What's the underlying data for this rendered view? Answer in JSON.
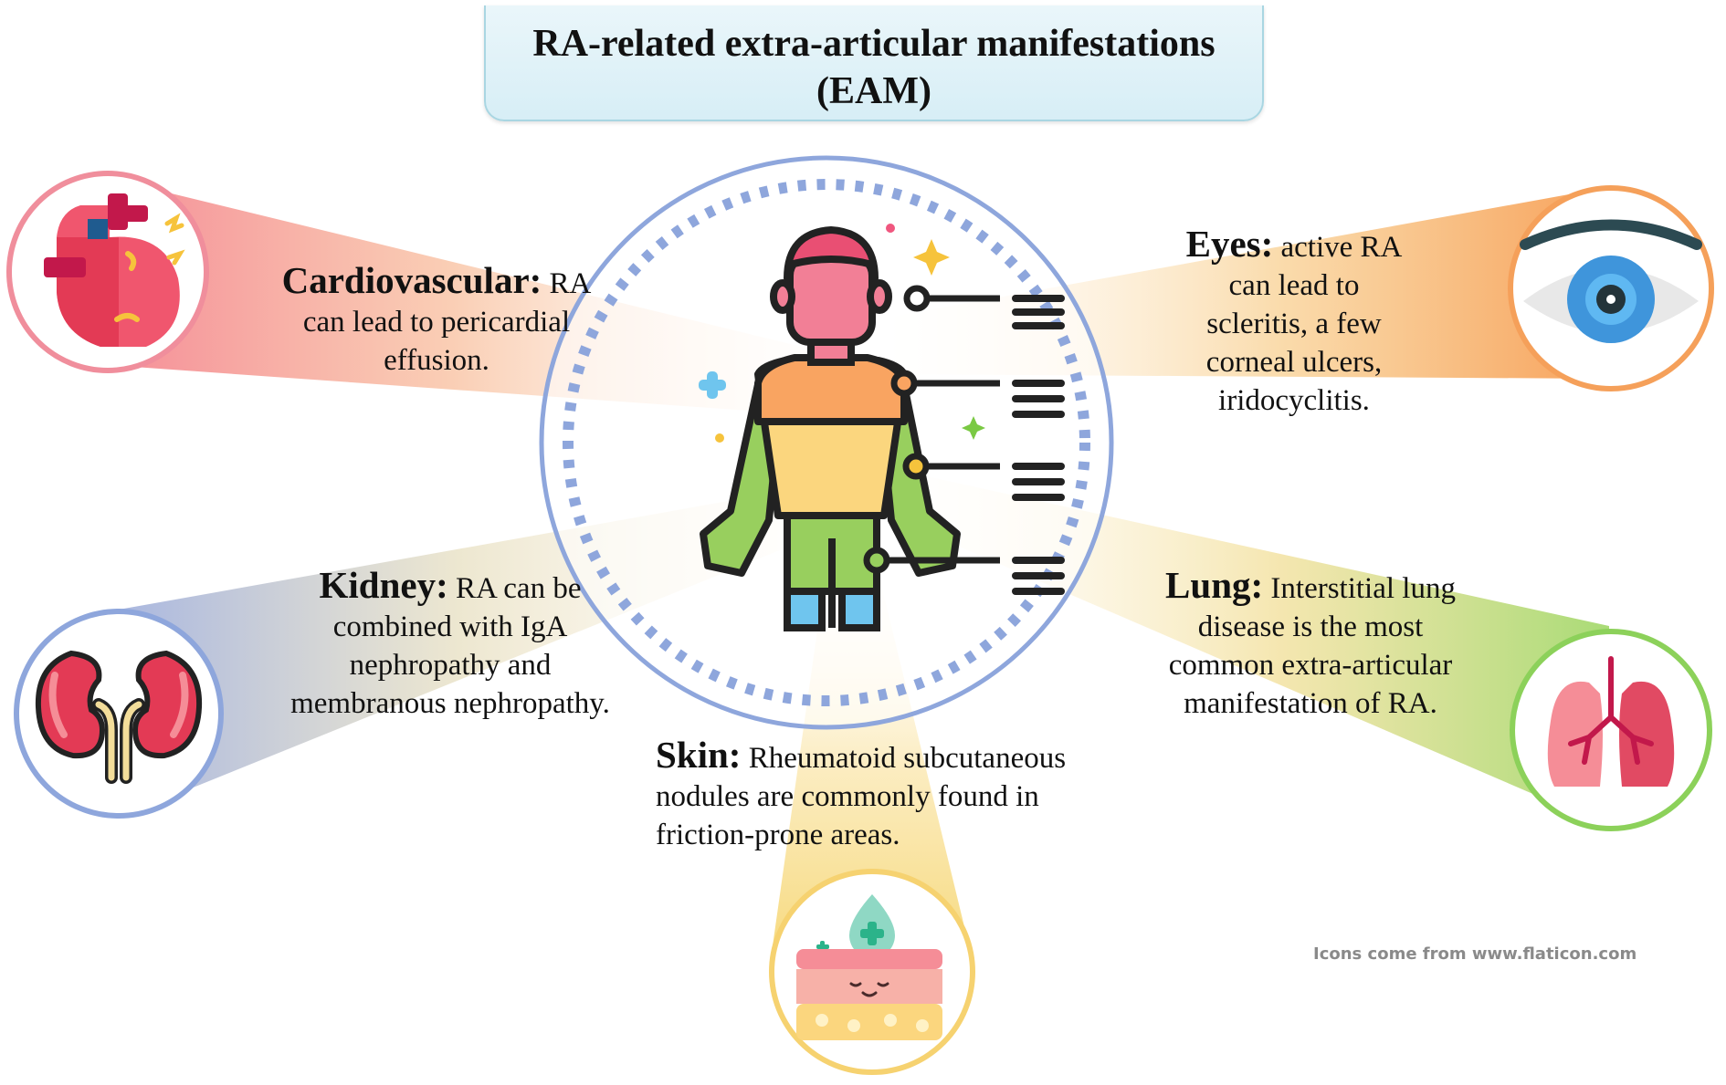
{
  "title": {
    "line1": "RA-related extra-articular manifestations",
    "line2": "(EAM)"
  },
  "cardiovascular": {
    "heading": "Cardiovascular:",
    "lines": [
      "RA",
      "can lead to pericardial",
      "effusion."
    ],
    "icon": "heart-organ-icon",
    "ring_color": "#f08e9c"
  },
  "eyes": {
    "heading": "Eyes:",
    "lines": [
      "active RA",
      "can lead to",
      "scleritis, a few",
      "corneal ulcers,",
      "iridocyclitis."
    ],
    "icon": "eye-icon",
    "ring_color": "#f5a05a"
  },
  "kidney": {
    "heading": "Kidney:",
    "lines": [
      "RA can be",
      "combined with IgA",
      "nephropathy and",
      "membranous nephropathy."
    ],
    "icon": "kidneys-icon",
    "ring_color": "#8ea6dc"
  },
  "lung": {
    "heading": "Lung:",
    "lines": [
      "Interstitial lung",
      "disease is the most",
      "common extra-articular",
      "manifestation of RA."
    ],
    "icon": "lungs-icon",
    "ring_color": "#8cd15a"
  },
  "skin": {
    "heading": "Skin:",
    "lines": [
      "Rheumatoid subcutaneous",
      "nodules are commonly found in",
      "friction-prone areas."
    ],
    "icon": "skin-layers-icon",
    "ring_color": "#f6d270"
  },
  "center": {
    "icon": "human-body-icon",
    "ring_color": "#8ea6dc"
  },
  "credit": "Icons come from www.flaticon.com"
}
